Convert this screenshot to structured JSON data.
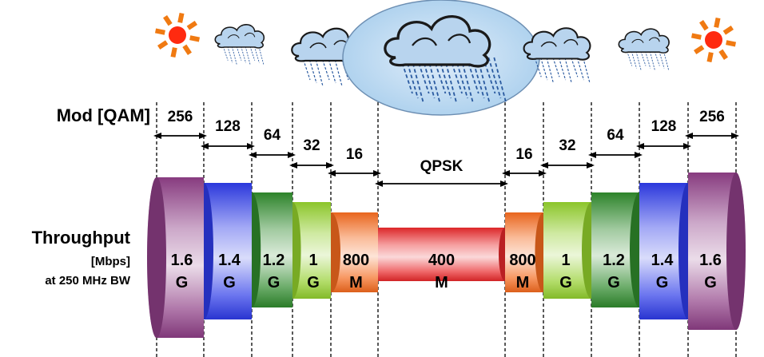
{
  "modulation_label": "Mod [QAM]",
  "throughput_label": {
    "line1": "Throughput",
    "line2": "[Mbps]",
    "line3": "at 250 MHz BW"
  },
  "weather": [
    {
      "icon": "sun-icon"
    },
    {
      "icon": "small-rain-cloud-icon"
    },
    {
      "icon": "rain-cloud-icon"
    },
    {
      "icon": "storm-cloud-icon"
    },
    {
      "icon": "rain-cloud-icon"
    },
    {
      "icon": "small-rain-cloud-icon"
    },
    {
      "icon": "sun-icon"
    }
  ],
  "segments": [
    {
      "mod": "256",
      "rate": "1.6",
      "unit": "G",
      "color": "#8e3e86"
    },
    {
      "mod": "128",
      "rate": "1.4",
      "unit": "G",
      "color": "#2d3be8"
    },
    {
      "mod": "64",
      "rate": "1.2",
      "unit": "G",
      "color": "#2f8a2c"
    },
    {
      "mod": "32",
      "rate": "1",
      "unit": "G",
      "color": "#92cf2c"
    },
    {
      "mod": "16",
      "rate": "800",
      "unit": "M",
      "color": "#f46a1e"
    },
    {
      "mod": "QPSK",
      "rate": "400",
      "unit": "M",
      "color": "#e8282a"
    },
    {
      "mod": "16",
      "rate": "800",
      "unit": "M",
      "color": "#f46a1e"
    },
    {
      "mod": "32",
      "rate": "1",
      "unit": "G",
      "color": "#92cf2c"
    },
    {
      "mod": "64",
      "rate": "1.2",
      "unit": "G",
      "color": "#2f8a2c"
    },
    {
      "mod": "128",
      "rate": "1.4",
      "unit": "G",
      "color": "#2d3be8"
    },
    {
      "mod": "256",
      "rate": "1.6",
      "unit": "G",
      "color": "#8e3e86"
    }
  ],
  "colors": {
    "sun": "#ff2a10",
    "sun_rays": "#f07a12",
    "cloud_fill": "#b8d4ee",
    "cloud_stroke": "#1a1a1a",
    "storm_fill": "#a6cdec",
    "rain": "#2a5aa0"
  }
}
